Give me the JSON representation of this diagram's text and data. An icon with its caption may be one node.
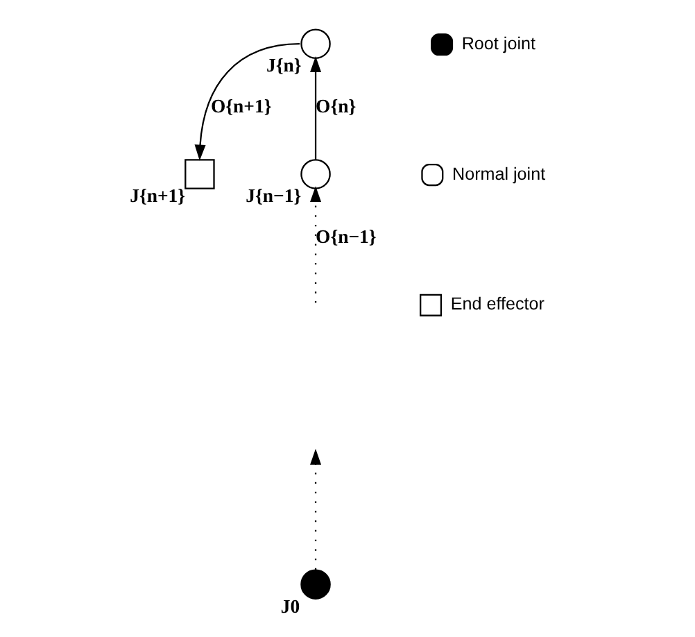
{
  "diagram": {
    "nodes": [
      {
        "text": [],
        "shape": "circle",
        "beside": [
          "J{n}"
        ]
      },
      {
        "text": [],
        "shape": "box",
        "beside": [
          "J{n+1}"
        ]
      },
      {
        "text": [],
        "shape": "circle",
        "beside": [
          "J{n−1}"
        ]
      },
      {
        "text": [],
        "shape": "circle",
        "beside": [
          "J0"
        ]
      }
    ],
    "edges": [
      {
        "from": 0,
        "to": 1,
        "arrow": "to",
        "label": "O{n+1}"
      },
      {
        "from": 2,
        "to": 0,
        "arrow": "to",
        "label": "O{n}"
      },
      {
        "from": null,
        "to": 2,
        "arrow": "to",
        "label": "O{n−1}",
        "style": "dashed"
      },
      {
        "from": 3,
        "to": null,
        "arrow": "to",
        "style": "dashed"
      }
    ],
    "legend": [
      {
        "text": "Root joint"
      },
      {
        "text": "Normal joint"
      },
      {
        "text": "End effector"
      }
    ]
  }
}
